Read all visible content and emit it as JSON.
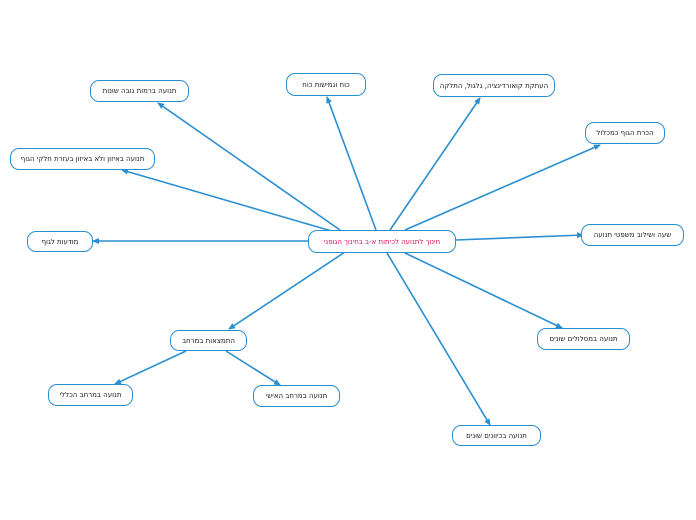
{
  "colors": {
    "connector": "#2a8fd1",
    "node_border": "#2a8fd1",
    "central_text": "#d2145a",
    "node_text": "#222222"
  },
  "central": {
    "label": "חינוך לתנועה לכיתות א-ב בחינוך הגופני"
  },
  "topics": {
    "different_heights": "תנועה ברמות גובה שונות",
    "strength_flexibility": "כוח וגמישות כוח",
    "coordination": "העתקת קואורדינציה, גלגול, התלקה",
    "body_awareness": "הכרת הגוף כמכלול",
    "locomotion": "תנועה באיזון ולא באיזון בעזרת חלקי הגוף",
    "body_awareness_2": "מודעות לגוף",
    "time_space": "שעה ושילוב משפטי תנועה",
    "space": "התמצאות במרחב",
    "different_paths": "תנועה במסלולים שונים",
    "general_space": "תנועה במרחב הכללי",
    "personal_space": "תנועה במרחב האישי",
    "directions": "תנועה בכיוונים שונים"
  }
}
